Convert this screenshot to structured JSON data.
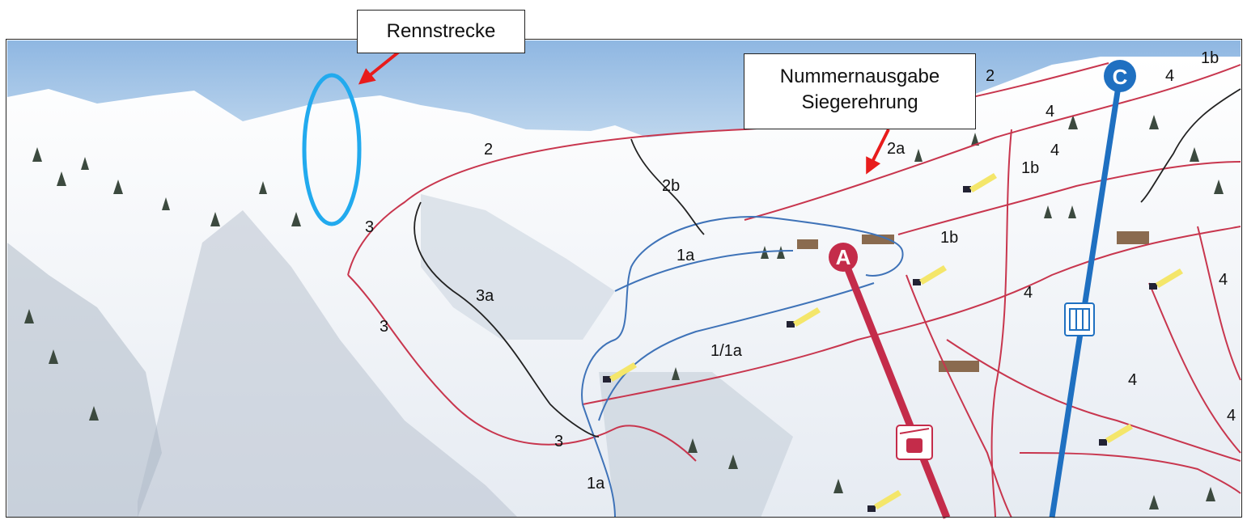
{
  "callouts": {
    "race_track": "Rennstrecke",
    "awards_line1": "Nummernausgabe",
    "awards_line2": "Siegerehrung"
  },
  "lifts": {
    "a": "A",
    "c": "C"
  },
  "pistes": {
    "p_2_top": "2",
    "p_2": "2",
    "p_2a": "2a",
    "p_2b": "2b",
    "p_3_upper": "3",
    "p_3_mid": "3",
    "p_3_lower": "3",
    "p_3a": "3a",
    "p_1a_upper": "1a",
    "p_1a_lower": "1a",
    "p_1_1a": "1/1a",
    "p_1b_mid": "1b",
    "p_1b_right": "1b",
    "p_1b_top": "1b",
    "p_4_a": "4",
    "p_4_b": "4",
    "p_4_c": "4",
    "p_4_d": "4",
    "p_4_e": "4",
    "p_4_f": "4",
    "p_4_g": "4"
  },
  "colors": {
    "sky": "#9fc2e6",
    "snow": "#f2f4f7",
    "red_piste": "#c8364e",
    "blue_piste": "#3f73b8",
    "black_piste": "#222222",
    "lift_a": "#c42c4a",
    "lift_c": "#1f70c1",
    "circle_marker": "#22aaee",
    "arrow": "#e81c1c",
    "snow_cannon": "#f4e66a"
  }
}
